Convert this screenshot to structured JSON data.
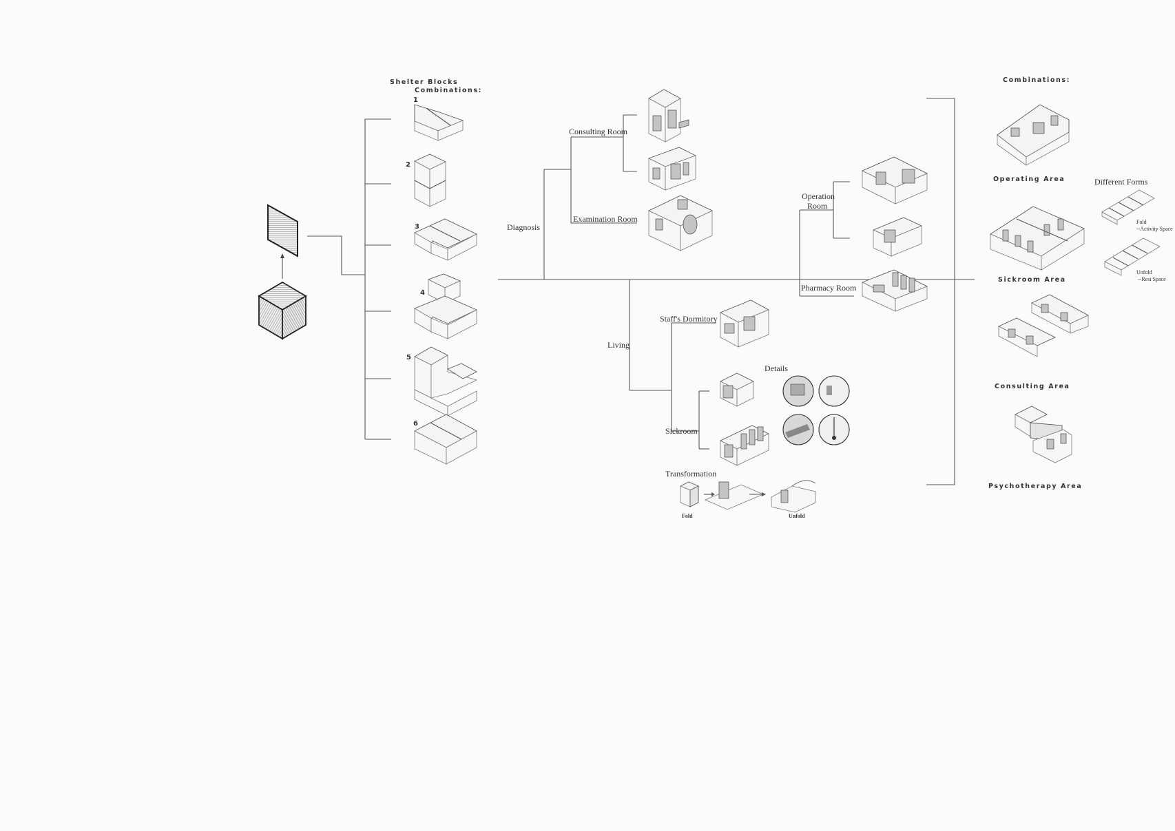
{
  "blocks_section": {
    "title_line1": "Shelter Blocks",
    "title_line2": "Combinations:",
    "numbers": [
      "1",
      "2",
      "3",
      "4",
      "5",
      "6"
    ]
  },
  "tree": {
    "diagnosis": "Diagnosis",
    "consulting_room": "Consulting Room",
    "examination_room": "Examination Room",
    "living": "Living",
    "staffs_dormitory": "Staff's  Dormitory",
    "sickroom": "Sickroom",
    "details": "Details",
    "transformation": "Transformation",
    "fold": "Fold",
    "unfold": "Unfold",
    "operation_room_line1": "Operation",
    "operation_room_line2": "Room",
    "pharmacy_room": "Pharmacy Room"
  },
  "combinations": {
    "title": "Combinations:",
    "operating_area": "Operating Area",
    "sickroom_area": "Sickroom Area",
    "consulting_area": "Consulting Area",
    "psychotherapy_area": "Psychotherapy Area",
    "different_forms": "Different Forms",
    "fold_line1": "Fold",
    "fold_line2": "--Activity Space",
    "unfold_line1": "Unfold",
    "unfold_line2": "--Rest Space"
  }
}
